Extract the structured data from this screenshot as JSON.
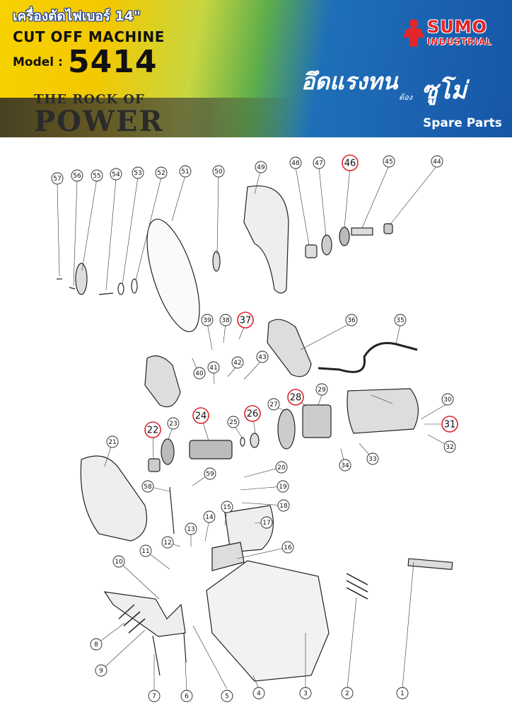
{
  "header": {
    "thai_title": "เครื่องตัดไฟเบอร์ 14\"",
    "english_title": "CUT OFF MACHINE",
    "model_label": "Model :",
    "model_number": "5414",
    "tagline_top": "THE ROCK OF",
    "tagline_bottom": "POWER",
    "brand_name": "SUMO",
    "brand_sub": "INDUSTRIAL",
    "slogan_main": "อึดแรงทน",
    "slogan_small": "ต้อง",
    "slogan_end": "ซูโม่",
    "section": "Spare Parts"
  },
  "colors": {
    "brand_red": "#e4262a",
    "highlight_circle": "#d9252a"
  },
  "diagram": {
    "part_numbers": [
      "1",
      "2",
      "3",
      "4",
      "5",
      "6",
      "7",
      "8",
      "9",
      "10",
      "11",
      "12",
      "13",
      "14",
      "15",
      "16",
      "17",
      "18",
      "19",
      "20",
      "21",
      "22",
      "23",
      "24",
      "25",
      "26",
      "27",
      "28",
      "29",
      "30",
      "31",
      "32",
      "33",
      "34",
      "35",
      "36",
      "37",
      "38",
      "39",
      "40",
      "41",
      "42",
      "43",
      "44",
      "45",
      "46",
      "47",
      "48",
      "49",
      "50",
      "51",
      "52",
      "53",
      "54",
      "55",
      "56",
      "57",
      "58",
      "59"
    ],
    "highlighted_parts": [
      "22",
      "24",
      "26",
      "28",
      "31",
      "37",
      "46"
    ]
  }
}
